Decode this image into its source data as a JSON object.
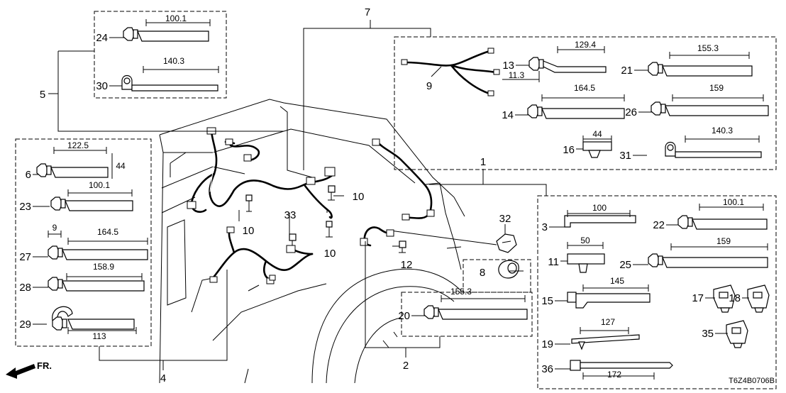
{
  "diagram_code": "T6Z4B0706B",
  "direction_label": "FR.",
  "group_refs": [
    "1",
    "2",
    "4",
    "5",
    "7"
  ],
  "callouts": [
    "10",
    "10",
    "10",
    "10",
    "12",
    "33",
    "32",
    "8"
  ],
  "parts": [
    {
      "ref": "24",
      "dim": "100.1"
    },
    {
      "ref": "30",
      "dim": "140.3"
    },
    {
      "ref": "9",
      "dim": ""
    },
    {
      "ref": "13",
      "dim": "129.4",
      "dim2": "11.3"
    },
    {
      "ref": "21",
      "dim": "155.3"
    },
    {
      "ref": "14",
      "dim": "164.5"
    },
    {
      "ref": "26",
      "dim": "159"
    },
    {
      "ref": "16",
      "dim": "44"
    },
    {
      "ref": "31",
      "dim": "140.3"
    },
    {
      "ref": "6",
      "dim": "122.5",
      "dim2": "44"
    },
    {
      "ref": "23",
      "dim": "100.1"
    },
    {
      "ref": "27",
      "dim": "164.5",
      "dim2": "9"
    },
    {
      "ref": "28",
      "dim": "158.9"
    },
    {
      "ref": "29",
      "dim": "113"
    },
    {
      "ref": "20",
      "dim": "155.3"
    },
    {
      "ref": "3",
      "dim": "100"
    },
    {
      "ref": "22",
      "dim": "100.1"
    },
    {
      "ref": "11",
      "dim": "50"
    },
    {
      "ref": "25",
      "dim": "159"
    },
    {
      "ref": "15",
      "dim": "145"
    },
    {
      "ref": "17",
      "dim": ""
    },
    {
      "ref": "18",
      "dim": ""
    },
    {
      "ref": "19",
      "dim": "127"
    },
    {
      "ref": "35",
      "dim": ""
    },
    {
      "ref": "36",
      "dim": "172"
    }
  ]
}
